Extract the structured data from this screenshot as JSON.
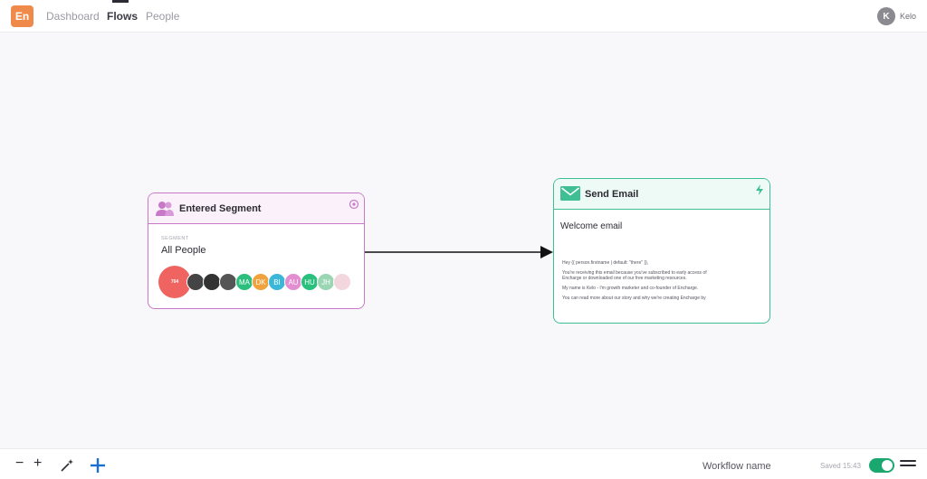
{
  "nav": {
    "logo": "En",
    "links": [
      "Dashboard",
      "Flows",
      "People"
    ],
    "active": "Flows",
    "user": {
      "initial": "K",
      "name": "Kelo"
    }
  },
  "trigger_node": {
    "title": "Entered Segment",
    "caption": "SEGMENT",
    "segment_name": "All People",
    "count_label": "704",
    "avatars": [
      {
        "label": "",
        "color": "#444444"
      },
      {
        "label": "",
        "color": "#333333"
      },
      {
        "label": "",
        "color": "#555555"
      },
      {
        "label": "MA",
        "color": "#2bbf7e"
      },
      {
        "label": "DK",
        "color": "#f2a23c"
      },
      {
        "label": "BI",
        "color": "#3bb7d8"
      },
      {
        "label": "AU",
        "color": "#e38ed0"
      },
      {
        "label": "HU",
        "color": "#2bbf7e"
      },
      {
        "label": "JH",
        "color": "#9bd6b4"
      },
      {
        "label": "",
        "color": "#f3d6de"
      }
    ]
  },
  "email_node": {
    "title": "Send Email",
    "subject": "Welcome email",
    "body_lines": [
      "Hey {{ person.firstname | default: \"there\" }},",
      "You're receiving this email because you've subscribed to early access of",
      "Encharge or downloaded one of our free marketing resources.",
      "My name is Kelo - I'm growth marketer and co-founder of Encharge.",
      "You can read more about our story and why we're creating Encharge by"
    ]
  },
  "bottom": {
    "zoom_out": "−",
    "zoom_in": "+",
    "workflow_name": "Workflow name",
    "saved": "Saved 15:43",
    "active": true
  }
}
